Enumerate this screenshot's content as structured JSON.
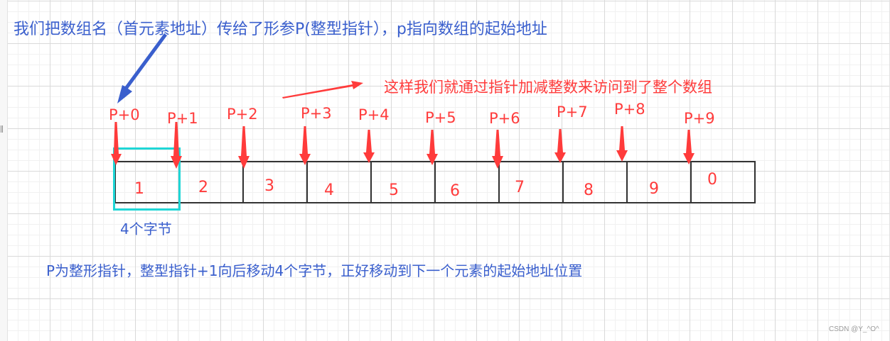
{
  "colors": {
    "blue_text": "#3a5fcd",
    "red_text": "#ff3b3b",
    "highlight": "#1fd6d6",
    "cell_border": "#333333",
    "grid_major": "#d9d9d9",
    "grid_minor": "#f1f1f1"
  },
  "annotations": {
    "title": "我们把数组名（首元素地址）传给了形参P(整型指针），p指向数组的起始地址",
    "note": "这样我们就通过指针加减整数来访问到了整个数组",
    "bytes_label": "4个字节",
    "footer": "P为整形指针，整型指针+1向后移动4个字节，正好移动到下一个元素的起始地址位置"
  },
  "pointers": [
    {
      "label": "P+0"
    },
    {
      "label": "P+1"
    },
    {
      "label": "P+2"
    },
    {
      "label": "P+3"
    },
    {
      "label": "P+4"
    },
    {
      "label": "P+5"
    },
    {
      "label": "P+6"
    },
    {
      "label": "P+7"
    },
    {
      "label": "P+8"
    },
    {
      "label": "P+9"
    }
  ],
  "array": {
    "values": [
      "1",
      "2",
      "3",
      "4",
      "5",
      "6",
      "7",
      "8",
      "9",
      "0"
    ]
  },
  "watermark": "CSDN @Y_^O^"
}
